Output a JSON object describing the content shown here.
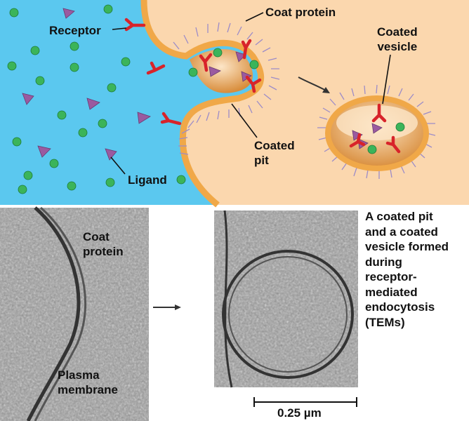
{
  "diagram": {
    "labels": {
      "receptor": "Receptor",
      "coat_protein_top": "Coat protein",
      "coated_vesicle": [
        "Coated",
        "vesicle"
      ],
      "coated_pit": [
        "Coated",
        "pit"
      ],
      "ligand": "Ligand"
    },
    "colors": {
      "extracellular": "#5bc8ef",
      "cytoplasm": "#fbd7ae",
      "membrane": "#f0a848",
      "receptor": "#d8232a",
      "ligand": "#9a5aa0",
      "particle": "#3bb45a",
      "coat": "#9c8cc8"
    }
  },
  "micrographs": {
    "left_labels": {
      "coat_protein": [
        "Coat",
        "protein"
      ],
      "plasma_membrane": [
        "Plasma",
        "membrane"
      ]
    },
    "scale_bar": "0.25 µm",
    "caption": [
      "A coated pit",
      "and a coated",
      "vesicle formed",
      "during",
      "receptor-",
      "mediated",
      "endocytosis",
      "(TEMs)"
    ]
  }
}
